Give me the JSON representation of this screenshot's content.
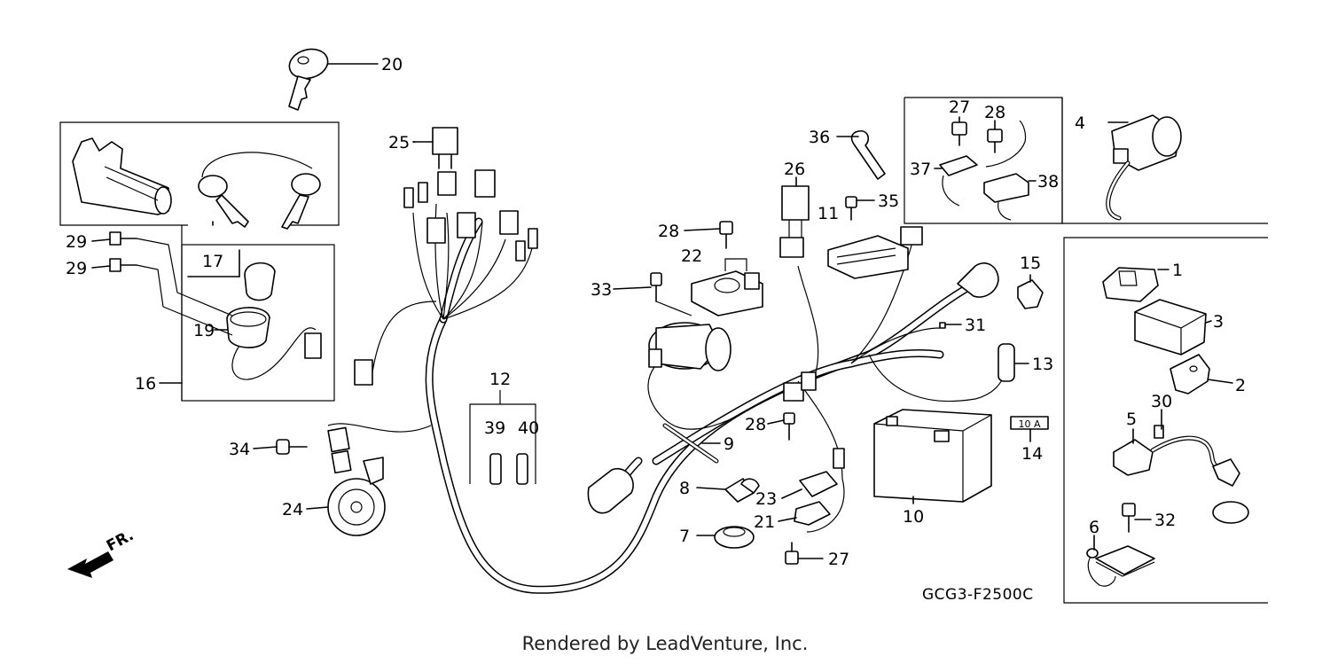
{
  "diagram": {
    "code": "GCG3-F2500C",
    "direction_label": "FR.",
    "fuse_label": "10 A",
    "credit": "Rendered by LeadVenture, Inc.",
    "callouts": [
      "1",
      "2",
      "3",
      "4",
      "5",
      "6",
      "7",
      "8",
      "9",
      "10",
      "11",
      "12",
      "13",
      "14",
      "15",
      "16",
      "17",
      "19",
      "20",
      "21",
      "22",
      "23",
      "24",
      "25",
      "26",
      "27",
      "27",
      "28",
      "28",
      "28",
      "29",
      "29",
      "30",
      "31",
      "32",
      "33",
      "34",
      "35",
      "36",
      "37",
      "38",
      "39",
      "40"
    ]
  }
}
